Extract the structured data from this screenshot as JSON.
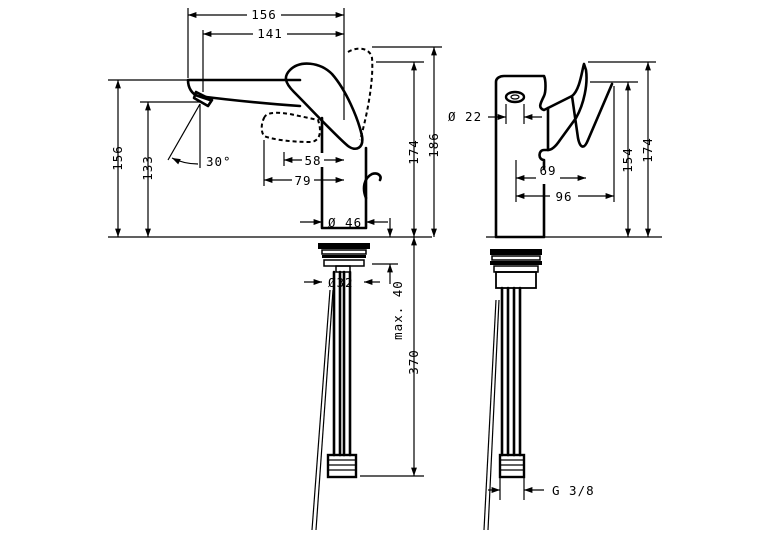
{
  "side_view": {
    "dims": {
      "spout_length": "156",
      "spout_to_axis": "141",
      "spout_height": "156",
      "outlet_height": "133",
      "spray_angle": "30°",
      "lever_58": "58",
      "lever_79": "79",
      "body_diameter": "Ø 46",
      "hole_diameter": "Ø32",
      "max_thickness": "max. 40",
      "hose_length": "370",
      "height_174": "174",
      "height_186": "186"
    }
  },
  "front_view": {
    "dims": {
      "outlet_diameter": "Ø 22",
      "lever_69": "69",
      "lever_96": "96",
      "height_154": "154",
      "height_174": "174",
      "thread": "G 3/8"
    }
  }
}
